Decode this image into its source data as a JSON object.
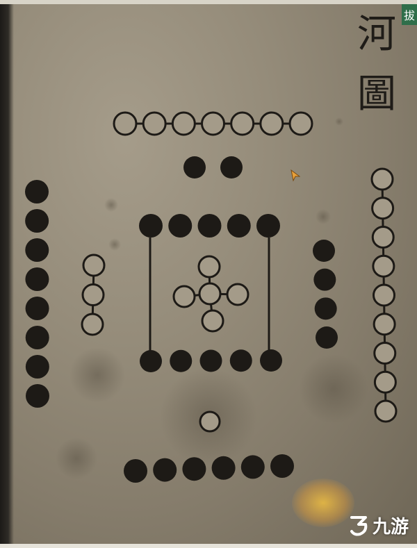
{
  "title": {
    "char1": "河",
    "char2": "圖"
  },
  "corner_badge": "拔",
  "watermark": {
    "icon": "nine-game-logo-icon",
    "text": "九游"
  },
  "colors": {
    "ink": "#1d1a16",
    "parchment": "#958c7a",
    "open_fill": "#a49b89"
  },
  "board": {
    "name": "hetu-diagram",
    "open_dot_groups": [
      {
        "name": "top-chain-7",
        "count": 7
      },
      {
        "name": "right-chain-9",
        "count": 9
      },
      {
        "name": "left-chain-3",
        "count": 3
      },
      {
        "name": "center-cross-5",
        "count": 5
      },
      {
        "name": "bottom-single-1",
        "count": 1
      }
    ],
    "solid_dot_groups": [
      {
        "name": "top-pair-2",
        "count": 2
      },
      {
        "name": "left-column-8",
        "count": 8
      },
      {
        "name": "right-column-4",
        "count": 4
      },
      {
        "name": "square-top-5",
        "count": 5
      },
      {
        "name": "square-bottom-5",
        "count": 5
      },
      {
        "name": "bottom-row-6",
        "count": 6
      }
    ]
  }
}
